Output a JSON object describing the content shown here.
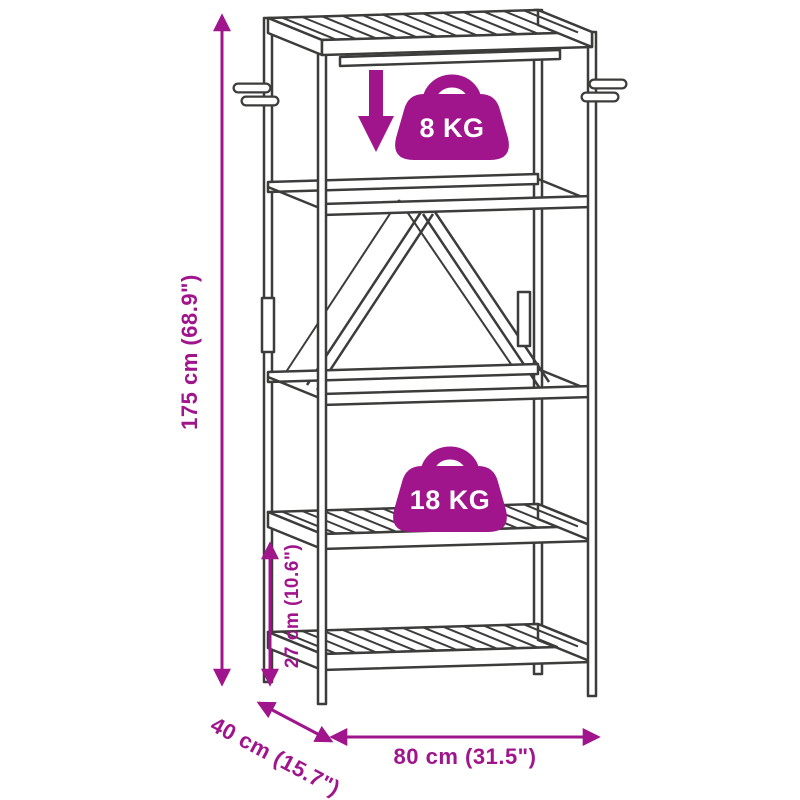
{
  "colors": {
    "accent": "#A0148C",
    "line": "#3C3C3B",
    "background": "#FFFFFF",
    "badge_text": "#FFFFFF"
  },
  "dimensions": {
    "height_label": "175 cm (68.9\")",
    "lower_shelf_label": "27 cm (10.6\")",
    "width_label": "80 cm (31.5\")",
    "depth_label": "40 cm (15.7\")"
  },
  "capacity": {
    "rail_label": "8 KG",
    "shelf_label": "18 KG"
  }
}
